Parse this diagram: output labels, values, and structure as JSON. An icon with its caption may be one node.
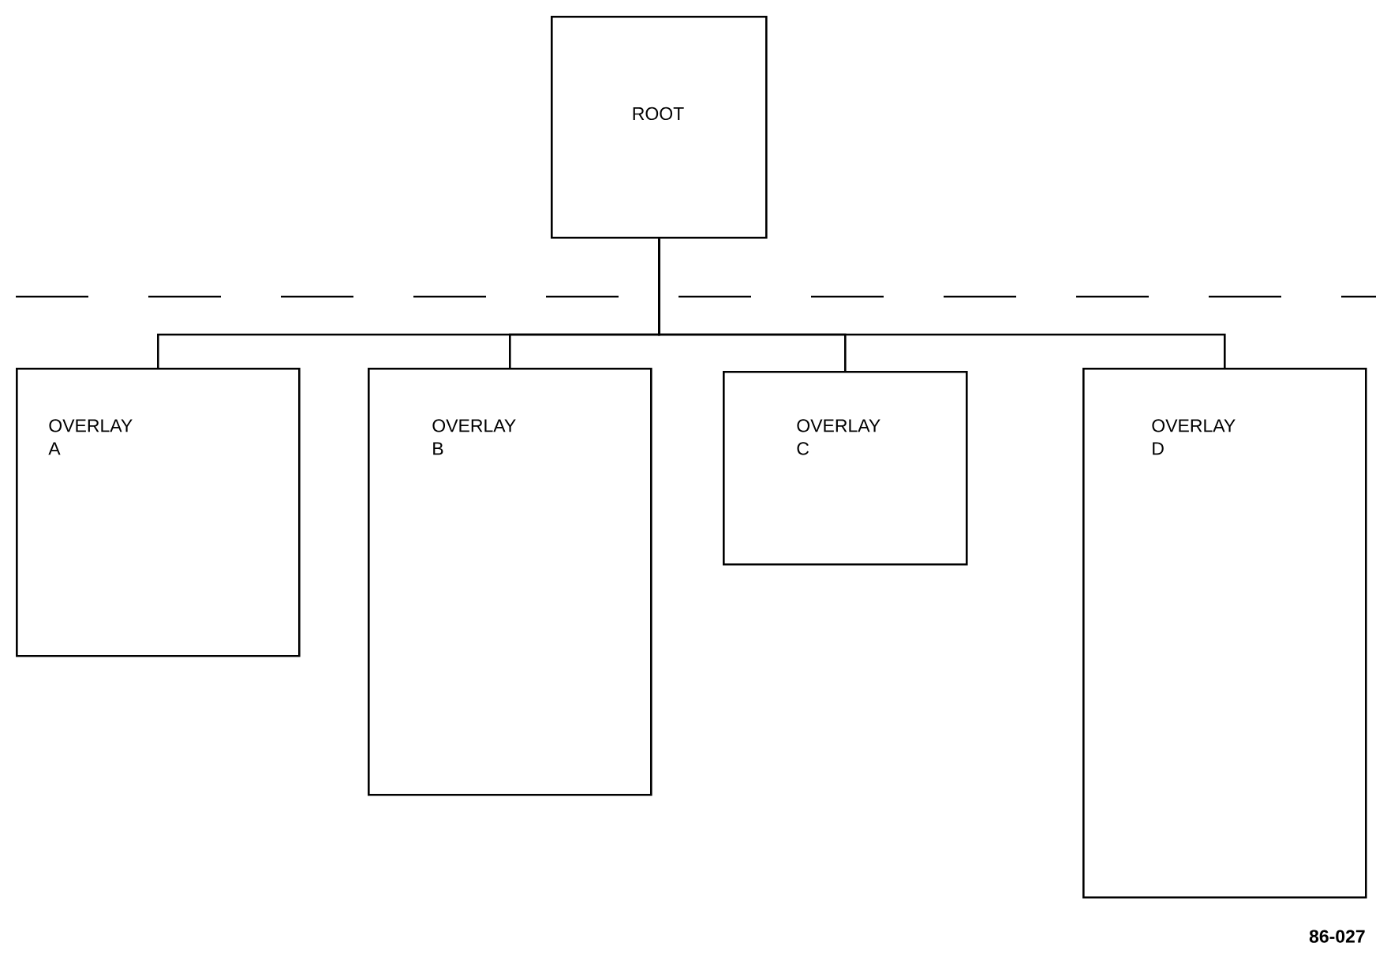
{
  "diagram": {
    "nodes": [
      {
        "text": [
          "ROOT"
        ]
      },
      {
        "text": [
          "OVERLAY A"
        ]
      },
      {
        "text": [
          "OVERLAY B"
        ]
      },
      {
        "text": [
          "OVERLAY C"
        ]
      },
      {
        "text": [
          "OVERLAY D"
        ]
      }
    ],
    "edges": [
      {
        "from": 0,
        "to": 1,
        "arrow": "none"
      },
      {
        "from": 0,
        "to": 2,
        "arrow": "none"
      },
      {
        "from": 0,
        "to": 3,
        "arrow": "none"
      },
      {
        "from": 0,
        "to": 4,
        "arrow": "none"
      }
    ],
    "labels": [
      "86-027"
    ]
  }
}
